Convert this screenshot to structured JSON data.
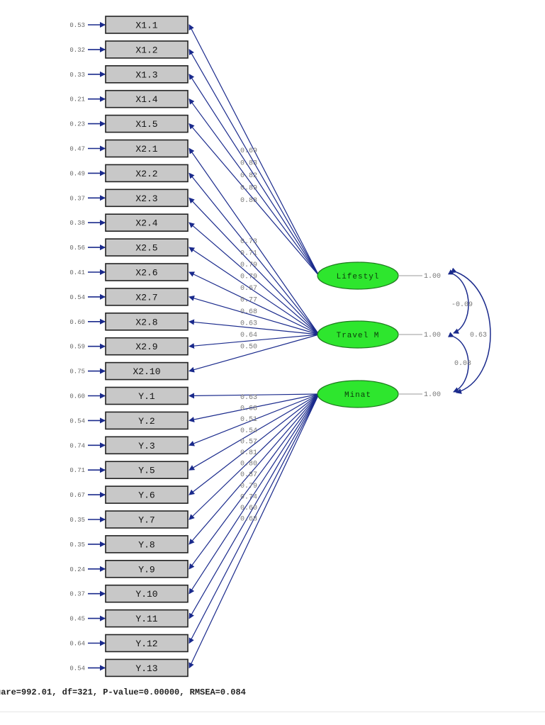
{
  "colors": {
    "path": "#1a2a8c",
    "latent_fill": "#2ee62e",
    "box_fill": "#c8c8c8"
  },
  "observed": [
    {
      "label": "X1.1",
      "error": "0.53"
    },
    {
      "label": "X1.2",
      "error": "0.32"
    },
    {
      "label": "X1.3",
      "error": "0.33"
    },
    {
      "label": "X1.4",
      "error": "0.21"
    },
    {
      "label": "X1.5",
      "error": "0.23"
    },
    {
      "label": "X2.1",
      "error": "0.47"
    },
    {
      "label": "X2.2",
      "error": "0.49"
    },
    {
      "label": "X2.3",
      "error": "0.37"
    },
    {
      "label": "X2.4",
      "error": "0.38"
    },
    {
      "label": "X2.5",
      "error": "0.56"
    },
    {
      "label": "X2.6",
      "error": "0.41"
    },
    {
      "label": "X2.7",
      "error": "0.54"
    },
    {
      "label": "X2.8",
      "error": "0.60"
    },
    {
      "label": "X2.9",
      "error": "0.59"
    },
    {
      "label": "X2.10",
      "error": "0.75"
    },
    {
      "label": "Y.1",
      "error": "0.60"
    },
    {
      "label": "Y.2",
      "error": "0.54"
    },
    {
      "label": "Y.3",
      "error": "0.74"
    },
    {
      "label": "Y.5",
      "error": "0.71"
    },
    {
      "label": "Y.6",
      "error": "0.67"
    },
    {
      "label": "Y.7",
      "error": "0.35"
    },
    {
      "label": "Y.8",
      "error": "0.35"
    },
    {
      "label": "Y.9",
      "error": "0.24"
    },
    {
      "label": "Y.10",
      "error": "0.37"
    },
    {
      "label": "Y.11",
      "error": "0.45"
    },
    {
      "label": "Y.12",
      "error": "0.64"
    },
    {
      "label": "Y.13",
      "error": "0.54"
    }
  ],
  "latents": [
    {
      "label": "Lifestyl",
      "variance": "1.00",
      "loadings": [
        "0.69",
        "0.83",
        "0.82",
        "0.89",
        "0.88"
      ]
    },
    {
      "label": "Travel M",
      "variance": "1.00",
      "loadings": [
        "0.73",
        "0.71",
        "0.79",
        "0.79",
        "0.67",
        "0.77",
        "0.68",
        "0.63",
        "0.64",
        "0.50"
      ]
    },
    {
      "label": "Minat",
      "variance": "1.00",
      "loadings": [
        "0.63",
        "0.68",
        "0.51",
        "0.54",
        "0.57",
        "0.81",
        "0.80",
        "0.87",
        "0.79",
        "0.74",
        "0.60",
        "0.68"
      ]
    }
  ],
  "correlations": [
    {
      "pair": "Lifestyl-Travel M",
      "value": "-0.09"
    },
    {
      "pair": "Lifestyl-Minat",
      "value": "0.63"
    },
    {
      "pair": "Travel M-Minat",
      "value": "0.08"
    }
  ],
  "footer": {
    "stats": "uare=992.01, df=321, P-value=0.00000, RMSEA=0.084"
  }
}
